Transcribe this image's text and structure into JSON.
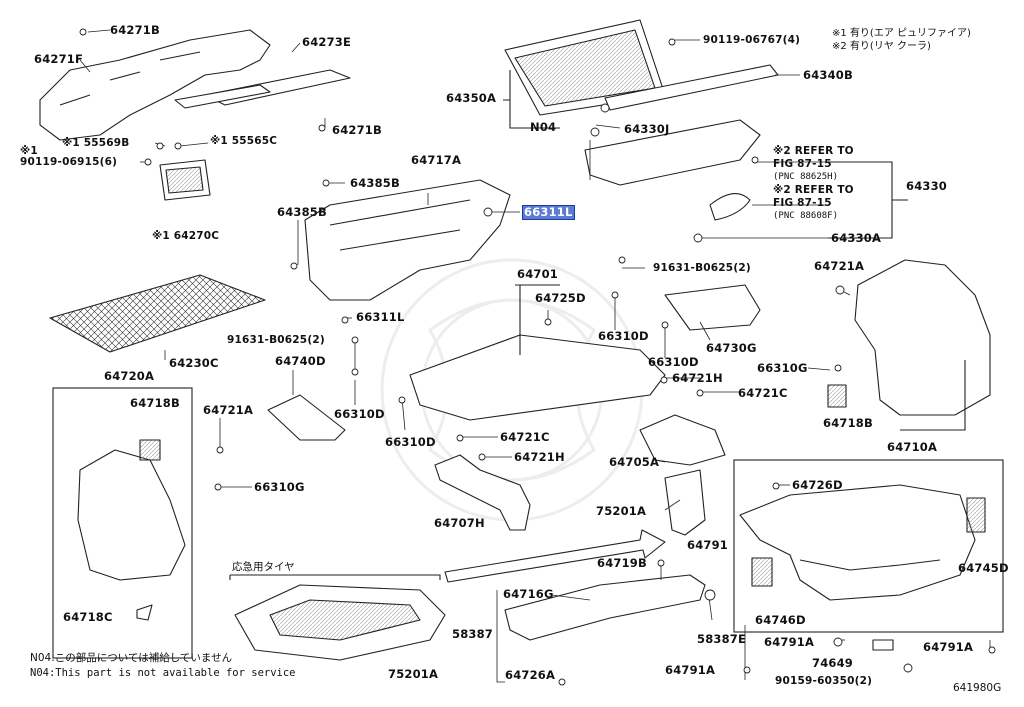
{
  "diagram_code": "641980G",
  "legend": {
    "line1": "※1 有り(エア ピュリファイア)",
    "line2": "※2 有り(リヤ クーラ)"
  },
  "footnotes": {
    "jp": "N04:この部品については補給していません",
    "en": "N04:This part is not available for service"
  },
  "spare_tire_label": "応急用タイヤ",
  "refers": [
    {
      "line1": "※2 REFER TO",
      "line2": "FIG 87-15",
      "line3": "(PNC 88625H)"
    },
    {
      "line1": "※2 REFER TO",
      "line2": "FIG 87-15",
      "line3": "(PNC 88608F)"
    }
  ],
  "highlighted_part": "66311L",
  "parts": [
    "64271B",
    "64271F",
    "64273E",
    "64271B",
    "※1 55569B",
    "※1 55565C",
    "※1",
    "90119-06915(6)",
    "※1 64270C",
    "64385B",
    "64385B",
    "64717A",
    "66311L",
    "66311L",
    "90119-06767(4)",
    "64350A",
    "64340B",
    "N04",
    "64330J",
    "64330",
    "64330A",
    "64230C",
    "91631-B0625(2)",
    "64701",
    "64725D",
    "66310D",
    "66310D",
    "64730G",
    "64721A",
    "66310G",
    "64718B",
    "64710A",
    "91631-B0625(2)",
    "64740D",
    "66310D",
    "66310D",
    "64721H",
    "64721C",
    "64720A",
    "64718B",
    "64721A",
    "66310G",
    "64721C",
    "64721H",
    "64705A",
    "64707H",
    "75201A",
    "64718C",
    "64726D",
    "64791",
    "64745D",
    "64746D",
    "64719B",
    "64716G",
    "58387",
    "58387E",
    "64726A",
    "64791A",
    "64791A",
    "74649",
    "64791A",
    "90159-60350(2)",
    "75201A"
  ]
}
